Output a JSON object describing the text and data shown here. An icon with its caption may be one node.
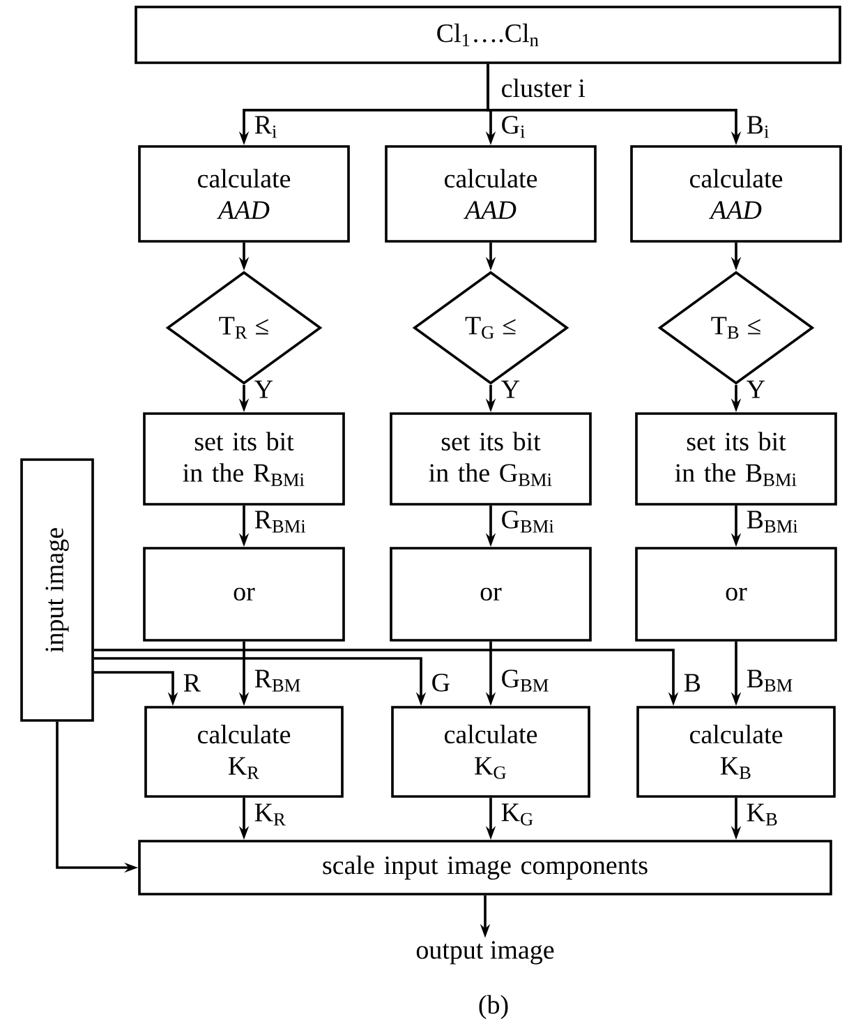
{
  "diagram": {
    "caption": "(b)",
    "nodes": [
      {
        "text": [
          "Cl$_{1}$….Cl$_{n}$"
        ]
      },
      {
        "text": [
          "calculate *AAD*"
        ]
      },
      {
        "text": [
          "calculate *AAD*"
        ]
      },
      {
        "text": [
          "calculate *AAD*"
        ]
      },
      {
        "text": [
          "T$_{R}$ ≤"
        ]
      },
      {
        "text": [
          "T$_{G}$ ≤"
        ]
      },
      {
        "text": [
          "T$_{B}$ ≤"
        ]
      },
      {
        "text": [
          "set its bit in the R$_{BMi}$"
        ]
      },
      {
        "text": [
          "set its bit in the G$_{BMi}$"
        ]
      },
      {
        "text": [
          "set its bit in the B$_{BMi}$"
        ]
      },
      {
        "text": [
          "or"
        ]
      },
      {
        "text": [
          "or"
        ]
      },
      {
        "text": [
          "or"
        ]
      },
      {
        "text": [
          "input image"
        ]
      },
      {
        "text": [
          "calculate K$_{R}$"
        ]
      },
      {
        "text": [
          "calculate K$_{G}$"
        ]
      },
      {
        "text": [
          "calculate K$_{B}$"
        ]
      },
      {
        "text": [
          "scale input image components"
        ]
      },
      {
        "text": [
          "output image"
        ]
      }
    ],
    "edges": [
      {
        "from": 0,
        "to": 1,
        "arrow": "to",
        "label": "R$_{i}$"
      },
      {
        "from": 0,
        "to": 2,
        "arrow": "to",
        "label": "G$_{i}$"
      },
      {
        "from": 0,
        "to": 3,
        "arrow": "to",
        "label": "B$_{i}$"
      },
      {
        "from": 1,
        "to": 4,
        "arrow": "to"
      },
      {
        "from": 2,
        "to": 5,
        "arrow": "to"
      },
      {
        "from": 3,
        "to": 6,
        "arrow": "to"
      },
      {
        "from": 4,
        "to": 7,
        "arrow": "to",
        "label": "Y"
      },
      {
        "from": 5,
        "to": 8,
        "arrow": "to",
        "label": "Y"
      },
      {
        "from": 6,
        "to": 9,
        "arrow": "to",
        "label": "Y"
      },
      {
        "from": 7,
        "to": 10,
        "arrow": "to",
        "label": "R$_{BMi}$"
      },
      {
        "from": 8,
        "to": 11,
        "arrow": "to",
        "label": "G$_{BMi}$"
      },
      {
        "from": 9,
        "to": 12,
        "arrow": "to",
        "label": "B$_{BMi}$"
      },
      {
        "from": 10,
        "to": 14,
        "arrow": "to",
        "label": "R$_{BM}$"
      },
      {
        "from": 11,
        "to": 15,
        "arrow": "to",
        "label": "G$_{BM}$"
      },
      {
        "from": 12,
        "to": 16,
        "arrow": "to",
        "label": "B$_{BM}$"
      },
      {
        "from": 13,
        "to": 14,
        "arrow": "to",
        "label": "R"
      },
      {
        "from": 13,
        "to": 15,
        "arrow": "to",
        "label": "G"
      },
      {
        "from": 13,
        "to": 16,
        "arrow": "to",
        "label": "B"
      },
      {
        "from": 14,
        "to": 17,
        "arrow": "to",
        "label": "K$_{R}$"
      },
      {
        "from": 15,
        "to": 17,
        "arrow": "to",
        "label": "K$_{G}$"
      },
      {
        "from": 16,
        "to": 17,
        "arrow": "to",
        "label": "K$_{B}$"
      },
      {
        "from": 13,
        "to": 17,
        "arrow": "to"
      },
      {
        "from": 17,
        "to": 18,
        "arrow": "to"
      }
    ],
    "labels": [
      "cluster i"
    ]
  }
}
